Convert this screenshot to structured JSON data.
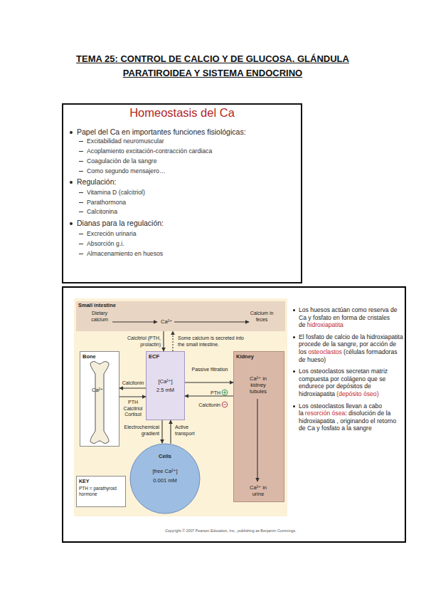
{
  "diagram": {
    "title": "TEMA 25: CONTROL DE CALCIO Y DE GLUCOSA. GLÁNDULA PARATIROIDEA Y SISTEMA ENDOCRINO",
    "nodes": [
      {
        "text": [
          "Homeostasis del Ca",
          "Papel del Ca en importantes funciones fisiológicas:",
          "Excitabilidad neuromuscular",
          "Acoplamiento excitación-contracción cardiaca",
          "Coagulación de la sangre",
          "Como segundo mensajero…",
          "Regulación:",
          "Vitamina D (calcitriol)",
          "Parathormona",
          "Calcitonina",
          "Dianas para la regulación:",
          "Excreción urinaria",
          "Absorción g.i.",
          "Almacenamiento en huesos"
        ]
      },
      {
        "text": [
          "Los huesos actúan como reserva de Ca y fosfato en forma de cristales de",
          "hidroxiapatita",
          "El fosfato de calcio de la hidroxiapatita procede de la sangre, por acción de los",
          "osteoclastos",
          "(células formadoras de hueso)",
          "Los osteoclastos secretan matriz compuesta por colágeno que se endurece por depósitos de hidroxiapatita",
          "(depósito óseo)",
          "Los osteoclastos llevan a cabo la",
          "resorción ósea",
          ": disolución de la hidroxiapatita , originando el retorno de Ca y fosfato a la sangre"
        ]
      },
      {
        "text": [
          "Small intestine",
          "Dietary calcium",
          "Ca²⁺",
          "Calcium in feces"
        ],
        "in": 1
      },
      {
        "text": [
          "Bone",
          "Ca²⁺"
        ],
        "in": 1
      },
      {
        "text": [
          "ECF",
          "[Ca²⁺]",
          "2.5 mM"
        ],
        "in": 1
      },
      {
        "text": [
          "Kidney",
          "Ca²⁺ in kidney tubules",
          "Ca²⁺ in urine"
        ],
        "in": 1
      },
      {
        "text": [
          "Cells",
          "[free Ca²⁺]",
          "0.001 mM"
        ],
        "in": 1
      },
      {
        "text": [
          "KEY",
          "PTH = parathyroid hormone"
        ],
        "in": 1
      }
    ],
    "edges": [
      {
        "from": 2,
        "to": 4,
        "arrow": "to",
        "label": "Calcitriol (PTH, prolactin)"
      },
      {
        "from": 4,
        "to": 2,
        "arrow": "to",
        "label": "Some calcium is secreted into the small intestine."
      },
      {
        "from": 4,
        "to": 3,
        "arrow": "to",
        "label": "Calcitonin"
      },
      {
        "from": 3,
        "to": 4,
        "arrow": "to",
        "label": "PTH Calcitriol Cortisol"
      },
      {
        "from": 4,
        "to": 5,
        "arrow": "to",
        "label": "Passive filtration"
      },
      {
        "from": 5,
        "to": 4,
        "arrow": "to",
        "label": "PTH Calcitonin"
      },
      {
        "from": 4,
        "to": 6,
        "arrow": "to",
        "label": "Electrochemical gradient"
      },
      {
        "from": 6,
        "to": 4,
        "arrow": "to",
        "label": "Active transport"
      }
    ],
    "labels": [
      "Copyright © 2007 Pearson Education, Inc., publishing as Benjamin Cummings."
    ]
  }
}
